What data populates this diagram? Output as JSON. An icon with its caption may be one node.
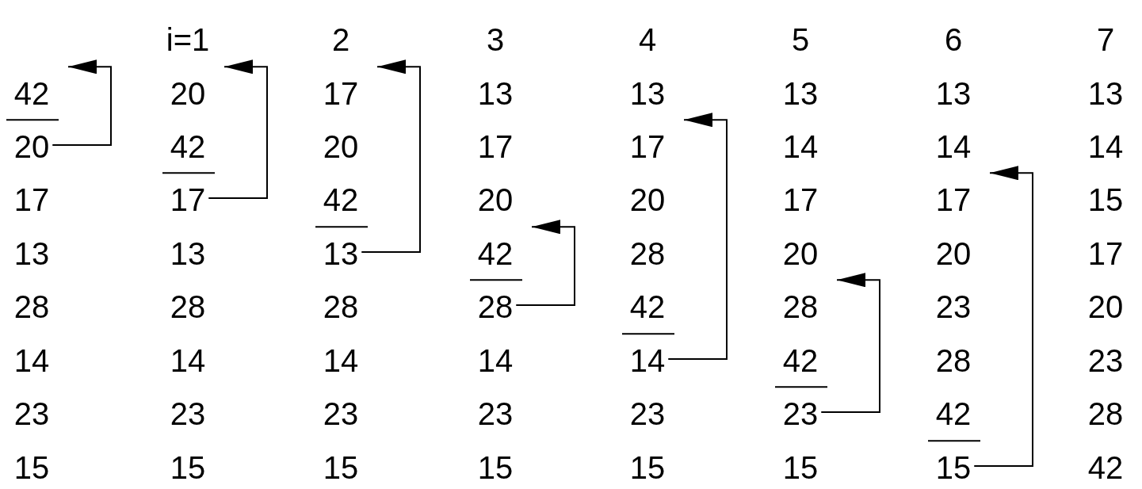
{
  "diagram": {
    "nodes": [
      {
        "text": [
          "20"
        ]
      },
      {
        "text": [
          "17"
        ]
      },
      {
        "text": [
          "13"
        ]
      },
      {
        "text": [
          "28"
        ]
      },
      {
        "text": [
          "14"
        ]
      },
      {
        "text": [
          "23"
        ]
      },
      {
        "text": [
          "15"
        ]
      }
    ],
    "edges": [
      {
        "from": 0,
        "to": null,
        "arrow": "to"
      },
      {
        "from": 1,
        "to": null,
        "arrow": "to"
      },
      {
        "from": 2,
        "to": null,
        "arrow": "to"
      },
      {
        "from": 3,
        "to": null,
        "arrow": "to"
      },
      {
        "from": 4,
        "to": null,
        "arrow": "to"
      },
      {
        "from": 5,
        "to": null,
        "arrow": "to"
      },
      {
        "from": 6,
        "to": null,
        "arrow": "to"
      }
    ],
    "labels": [
      "i=1",
      "2",
      "3",
      "4",
      "5",
      "6",
      "7",
      "42",
      "20",
      "17",
      "13",
      "13",
      "13",
      "13",
      "13",
      "42",
      "20",
      "17",
      "17",
      "14",
      "14",
      "14",
      "17",
      "42",
      "20",
      "20",
      "17",
      "17",
      "15",
      "13",
      "13",
      "42",
      "28",
      "20",
      "20",
      "17",
      "28",
      "28",
      "28",
      "42",
      "28",
      "23",
      "20",
      "14",
      "14",
      "14",
      "14",
      "42",
      "28",
      "23",
      "23",
      "23",
      "23",
      "23",
      "23",
      "42",
      "28",
      "15",
      "15",
      "15",
      "15",
      "15",
      "15",
      "42"
    ]
  }
}
